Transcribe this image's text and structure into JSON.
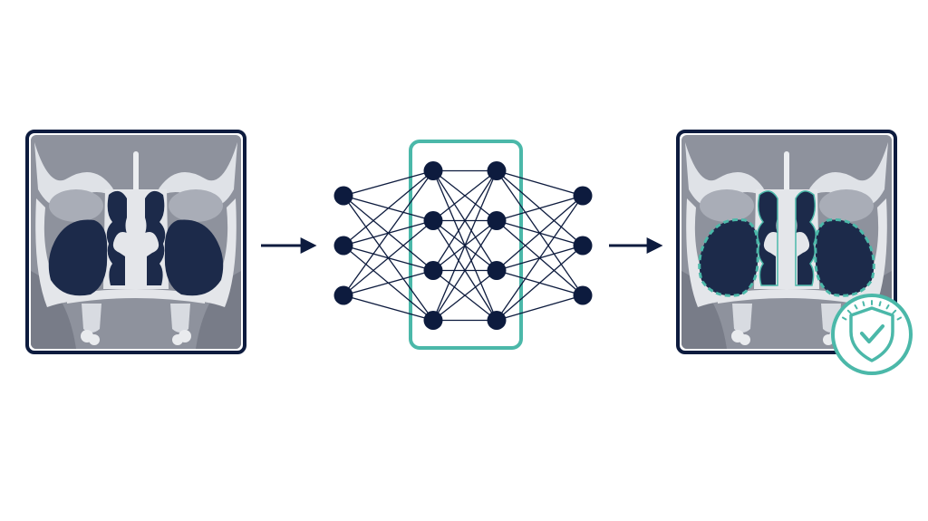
{
  "diagram": {
    "stages": [
      {
        "name": "input-ct-scan",
        "kind": "scan-image"
      },
      {
        "name": "neural-network",
        "kind": "network",
        "layers": [
          3,
          4,
          4,
          3
        ],
        "highlighted_layers": [
          1,
          2
        ]
      },
      {
        "name": "segmented-ct-scan",
        "kind": "scan-image-segmented",
        "badge": "shield-check-icon"
      }
    ],
    "connectors": [
      "arrow-right-icon",
      "arrow-right-icon"
    ]
  },
  "colors": {
    "navy": "#0d1b3e",
    "teal": "#4bb8a9",
    "scan_bg": "#8e929d",
    "bone": "#e2e4e8",
    "cavity": "#1c2a4a",
    "background": "#ffffff"
  }
}
